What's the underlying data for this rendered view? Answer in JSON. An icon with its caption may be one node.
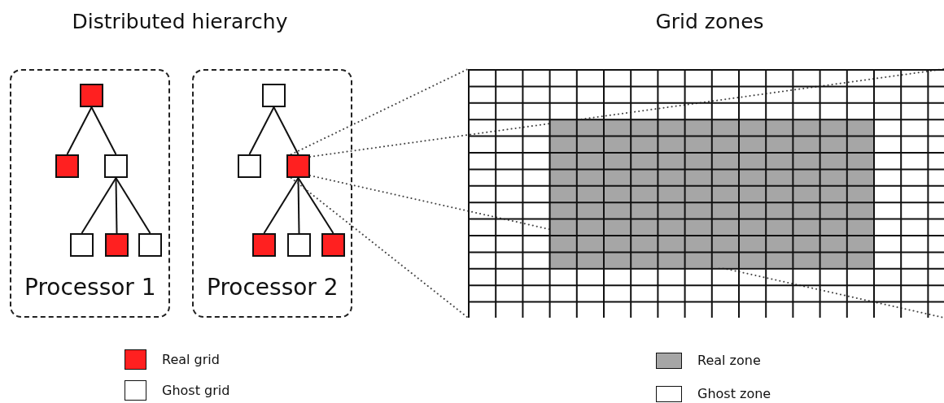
{
  "diagram": {
    "nodes": [
      {
        "text": [
          "Processor 1"
        ]
      },
      {
        "text": [],
        "shape": "box",
        "in": 0
      },
      {
        "text": [],
        "shape": "box",
        "in": 0
      },
      {
        "text": [],
        "shape": "box",
        "in": 0
      },
      {
        "text": [],
        "shape": "box",
        "in": 0
      },
      {
        "text": [],
        "shape": "box",
        "in": 0
      },
      {
        "text": [],
        "shape": "box",
        "in": 0
      },
      {
        "text": [
          "Processor 2"
        ]
      },
      {
        "text": [],
        "shape": "box",
        "in": 7
      },
      {
        "text": [],
        "shape": "box",
        "in": 7
      },
      {
        "text": [],
        "shape": "box",
        "in": 7
      },
      {
        "text": [],
        "shape": "box",
        "in": 7
      },
      {
        "text": [],
        "shape": "box",
        "in": 7
      },
      {
        "text": [],
        "shape": "box",
        "in": 7
      },
      {
        "text": [],
        "shape": "grid"
      }
    ],
    "edges": [
      {
        "from": 1,
        "to": 2,
        "arrow": "none"
      },
      {
        "from": 1,
        "to": 3,
        "arrow": "none"
      },
      {
        "from": 3,
        "to": 4,
        "arrow": "none"
      },
      {
        "from": 3,
        "to": 5,
        "arrow": "none"
      },
      {
        "from": 3,
        "to": 6,
        "arrow": "none"
      },
      {
        "from": 8,
        "to": 9,
        "arrow": "none"
      },
      {
        "from": 8,
        "to": 10,
        "arrow": "none"
      },
      {
        "from": 10,
        "to": 11,
        "arrow": "none"
      },
      {
        "from": 10,
        "to": 12,
        "arrow": "none"
      },
      {
        "from": 10,
        "to": 13,
        "arrow": "none"
      },
      {
        "from": 10,
        "to": 14,
        "arrow": "none",
        "style": "dashed"
      },
      {
        "from": 10,
        "to": 14,
        "arrow": "none",
        "style": "dashed"
      },
      {
        "from": 10,
        "to": 14,
        "arrow": "none",
        "style": "dashed"
      },
      {
        "from": 10,
        "to": 14,
        "arrow": "none",
        "style": "dashed"
      }
    ],
    "labels": [
      "Distributed hierarchy",
      "Grid zones"
    ],
    "legend": [
      {
        "text": "Real grid",
        "color": "#ff2020"
      },
      {
        "text": "Ghost grid",
        "color": "#ffffff"
      },
      {
        "text": "Real zone",
        "color": "#a6a6a6"
      },
      {
        "text": "Ghost zone",
        "color": "#ffffff"
      }
    ]
  }
}
